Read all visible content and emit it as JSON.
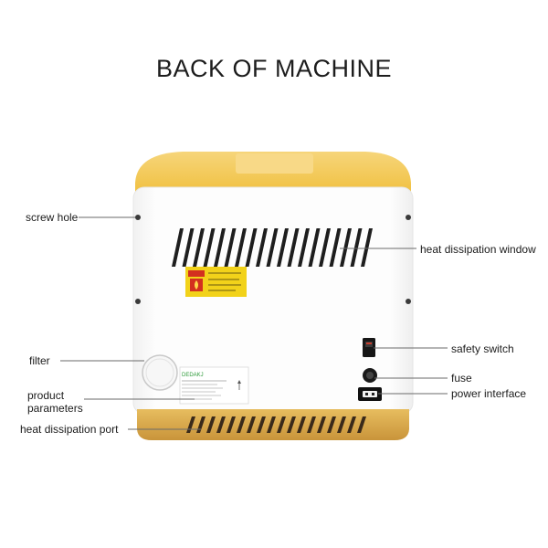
{
  "title": "BACK OF MACHINE",
  "labels": {
    "screw_hole": "screw hole",
    "heat_window": "heat dissipation window",
    "filter": "filter",
    "product_parameters": "product parameters",
    "heat_port": "heat dissipation port",
    "safety_switch": "safety switch",
    "fuse": "fuse",
    "power_interface": "power interface"
  },
  "machine": {
    "brand": "DEDAKJ",
    "top_color": "#f3c24a",
    "base_color": "#e0b050",
    "body_color": "#fbfbfb"
  }
}
